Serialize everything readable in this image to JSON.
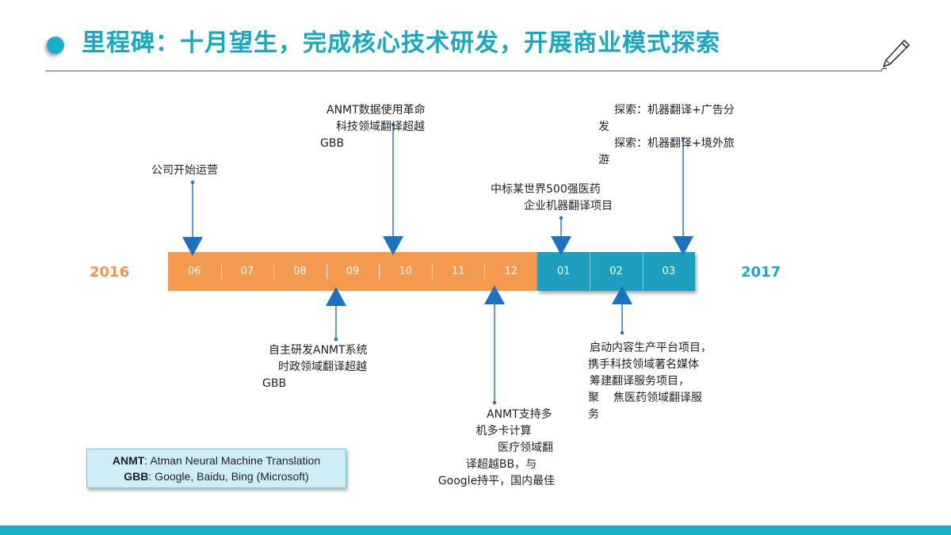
{
  "title": "里程碑：十月望生，完成核心技术研发，开展商业模式探索",
  "years": {
    "start": "2016",
    "end": "2017"
  },
  "months_2016": [
    "06",
    "07",
    "08",
    "09",
    "10",
    "11",
    "12"
  ],
  "months_2017": [
    "01",
    "02",
    "03"
  ],
  "bullet_glyph": "",
  "events": {
    "jun": {
      "lines": [
        "公司开始运营"
      ]
    },
    "sep": {
      "lines": [
        "自主研发ANMT系统",
        "时政领域翻译超越",
        "GBB"
      ]
    },
    "oct": {
      "lines": [
        "ANMT数据使用革命",
        "科技领域翻译超越",
        "GBB"
      ]
    },
    "dec": {
      "lines": [
        "ANMT支持多",
        "机多卡计算",
        "医疗领域翻",
        "译超越BB，与",
        "Google持平，国内最佳"
      ]
    },
    "jan": {
      "lines": [
        "中标某世界500强医药",
        "企业机器翻译项目"
      ]
    },
    "feb": {
      "lines": [
        "启动内容生产平台项目，",
        "携手科技领域著名媒体",
        "筹建翻译服务项目，",
        "聚",
        "焦医药领域翻译服",
        "务"
      ]
    },
    "mar": {
      "lines": [
        "探索：机器翻译+广告分",
        "发",
        "探索：机器翻译+境外旅",
        "游"
      ]
    }
  },
  "legend": {
    "anmt_term": "ANMT",
    "anmt_def": ": Atman Neural Machine Translation",
    "gbb_term": "GBB",
    "gbb_def": ": Google, Baidu, Bing (Microsoft)"
  },
  "colors": {
    "accent": "#17b0c8",
    "orange": "#f39a4f",
    "blue": "#1f9fc0",
    "arrow": "#1a72c0"
  }
}
